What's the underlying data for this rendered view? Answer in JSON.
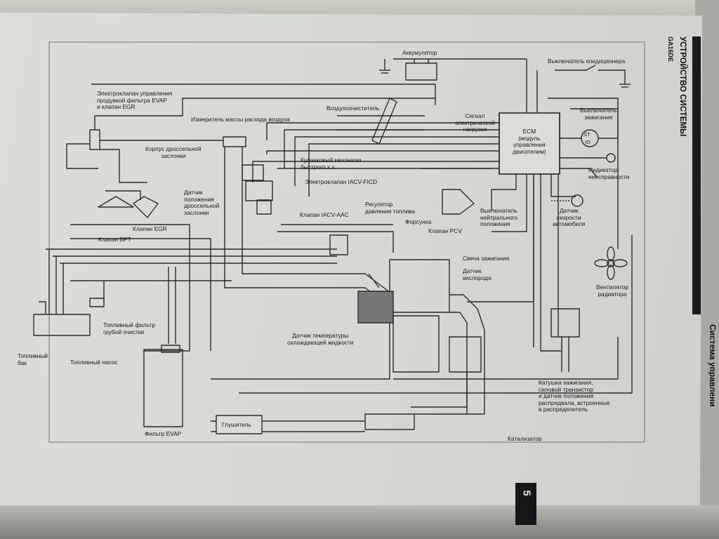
{
  "header": {
    "section": "УСТРОЙСТВО СИСТЕМЫ",
    "engine": "GA16DE",
    "side_title": "Система управлени"
  },
  "page_number": "5",
  "labels": {
    "battery": "Аккумулятор",
    "ac_switch": "Выключатель кондиционера",
    "evap_valve": "Электроклапан управления\nпродувкой фильтра EVAP\nи клапан EGR",
    "maf": "Измеритель массы расхода воздуха",
    "air_cleaner": "Воздухоочиститель",
    "electric_load": "Сигнал\nэлектрической\nнагрузки",
    "ecm": "ECM\n(модуль\nуправления\nдвигателем)",
    "ignition_switch": "Выключатель\nзажигания",
    "throttle_body": "Корпус дроссельной\nзаслонки",
    "fast_idle_cam": "Кулачковый механизм\nбыстрого х.х.",
    "fast_idle_cam_short": "Кулачковый механизм",
    "iacv_ficd": "Электроклапан IACV-FICD",
    "mil": "Индикатор\nнеисправности",
    "tps": "Датчик\nположения\nдроссельной\nзаслонки",
    "iacv_aac": "Клапан IACV-AAC",
    "neutral_switch": "Выключатель\nнейтрального\nположения",
    "speed_sensor": "Датчик\nскорости\nавтомобиля",
    "egr_valve": "Клапан EGR",
    "bpt_valve": "Клапан BPT",
    "fuel_regulator": "Регулятор\nдавления топлива",
    "injector": "Форсунка",
    "pcv_valve": "Клапан PCV",
    "spark_plug": "Свеча зажигания",
    "o2_sensor": "Датчик\nкислорода",
    "fan": "Вентилятор\nрадиатора",
    "fuel_filter": "Топливный фильтр\nгрубой очистки",
    "fuel_tank": "Топливный\nбак",
    "fuel_pump": "Топливный насос",
    "coolant_temp": "Датчик температуры\nохлаждающей жидкости",
    "distributor": "Катушка зажигания,\nсиловой транзистор\nи датчик положения\nраспредвала, встроенные\nв распределитель",
    "evap_canister": "Фильтр EVAP",
    "muffler": "Глушитель",
    "catalyst": "Катализатор",
    "st": "ST",
    "ig": "IG"
  },
  "colors": {
    "paper": "#d8d9d4",
    "ink": "#1a1a1a",
    "line": "#2b2b2b"
  }
}
